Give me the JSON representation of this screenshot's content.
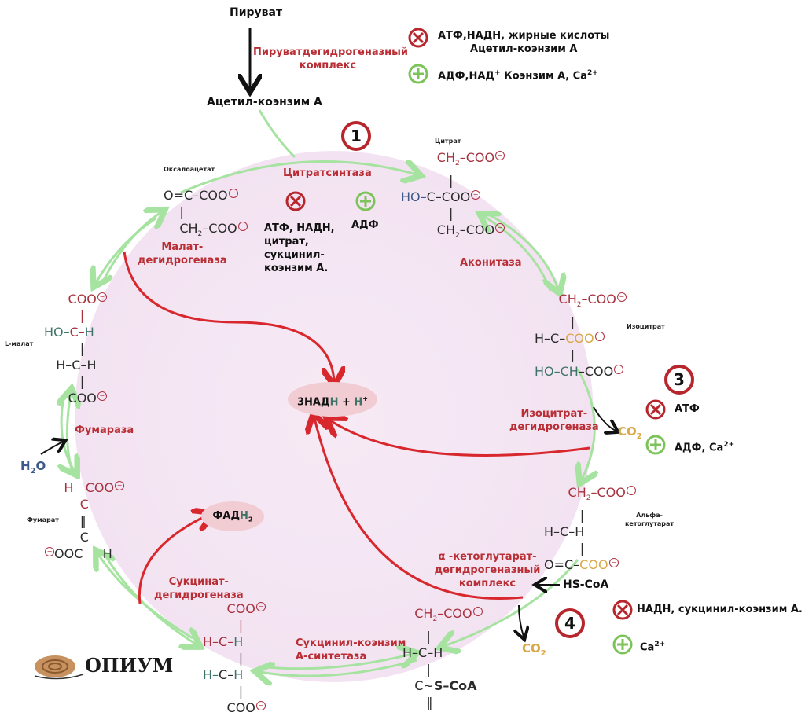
{
  "top": {
    "pyruvate": "Пируват",
    "enzyme_line1": "Пируватдегидрогеназный",
    "enzyme_line2": "комплекс",
    "acetyl_coa": "Ацетил-коэнзим А",
    "inhibitors_line1": "АТФ,НАДН, жирные кислоты",
    "inhibitors_line2": "Ацетил-коэнзим А",
    "activators": "АДФ,НАД",
    "activators_sup": "+",
    "activators_rest": " Коэнзим А, Са",
    "activators_rest_sup": "2+"
  },
  "steps": {
    "step1": {
      "number": "1",
      "enzyme": "Цитратсинтаза",
      "inhibitors": [
        "АТФ, НАДН,",
        "цитрат,",
        "сукцинил-",
        "коэнзим А."
      ],
      "activators": "АДФ"
    },
    "step3": {
      "number": "3",
      "inhibitors": "АТФ",
      "activators": "АДФ, Са",
      "activators_sup": "2+"
    },
    "step4": {
      "number": "4",
      "inhibitors": "НАДН, сукцинил-коэнзим А.",
      "activators": "Са",
      "activators_sup": "2+"
    }
  },
  "enzymes": {
    "aconitase": "Аконитаза",
    "isocitrate_dh_1": "Изоцитрат-",
    "isocitrate_dh_2": "дегидрогеназа",
    "akg_dh_1": "α -кетоглутарат-",
    "akg_dh_2": "дегидрогеназный",
    "akg_dh_3": "комплекс",
    "succinyl_synth_1": "Сукцинил-коэнзим",
    "succinyl_synth_2": "А-синтетаза",
    "succinate_dh_1": "Сукцинат-",
    "succinate_dh_2": "дегидрогеназа",
    "fumarase": "Фумараза",
    "malate_dh_1": "Малат-",
    "malate_dh_2": "дегидрогеназа"
  },
  "metabolites": {
    "citrate": "Цитрат",
    "isocitrate": "Изоцитрат",
    "akg_1": "Альфа-",
    "akg_2": "кетоглутарат",
    "fumarate": "Фумарат",
    "malate": "L-малат",
    "oxaloacetate": "Оксалоацетат"
  },
  "products": {
    "nadh_main": "3НАД",
    "nadh_h": "Н",
    "nadh_plus": " + ",
    "nadh_hplus": "Н",
    "nadh_hplus_sup": "+",
    "fadh_main": "ФАД",
    "fadh_h": "Н",
    "fadh_sub": "2",
    "co2": "CO",
    "co2_sub": "2",
    "h2o": "H",
    "h2o_sub": "2",
    "h2o_o": "O",
    "hscoa": "HS-CoA"
  },
  "logo": {
    "text": "ОПИУМ"
  },
  "colors": {
    "cycle_arrow": "#a6e3a0",
    "enzyme_text": "#b92e34",
    "nadh_arrow": "#d8282e",
    "inhibit": "#b7262c",
    "activate": "#7cc45a",
    "cycle_fill": "#f6ecf7",
    "pill_fill": "#f1cdd3"
  }
}
